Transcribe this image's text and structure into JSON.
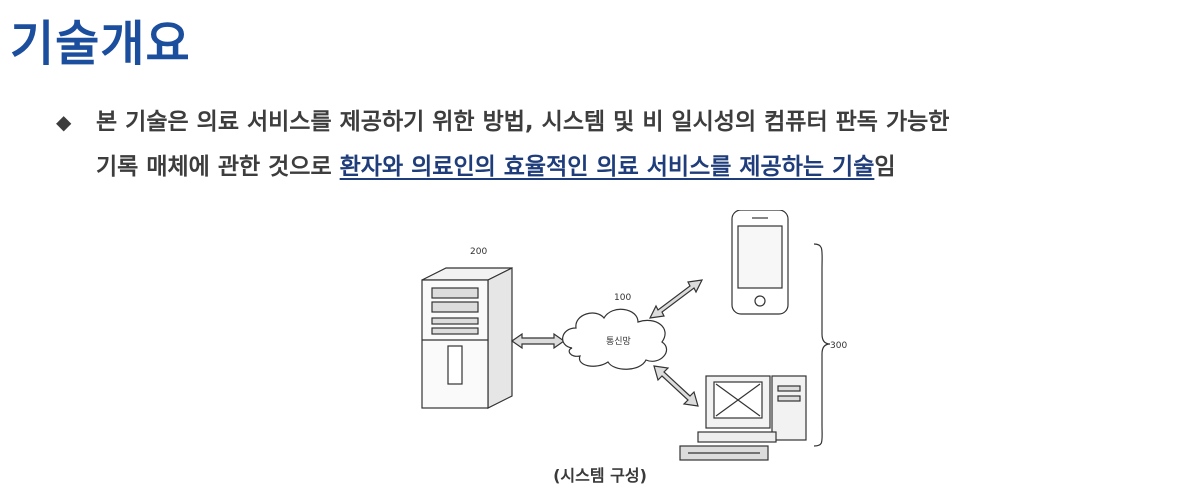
{
  "title": "기술개요",
  "bullet": {
    "marker": "◆",
    "line1": "본 기술은 의료 서비스를 제공하기 위한 방법, 시스템 및 비 일시성의 컴퓨터 판독 가능한",
    "line2_prefix": "기록 매체에 관한 것으로 ",
    "line2_highlight": "환자와 의료인의 효율적인 의료 서비스를 제공하는 기술",
    "line2_suffix": "임"
  },
  "figure": {
    "label_server": "200",
    "label_network": "100",
    "network_text": "통신망",
    "label_clients": "300",
    "caption": "(시스템 구성)"
  },
  "colors": {
    "title": "#1c4e9e",
    "highlight": "#1f3d7a",
    "body_text": "#3d3d3d"
  }
}
